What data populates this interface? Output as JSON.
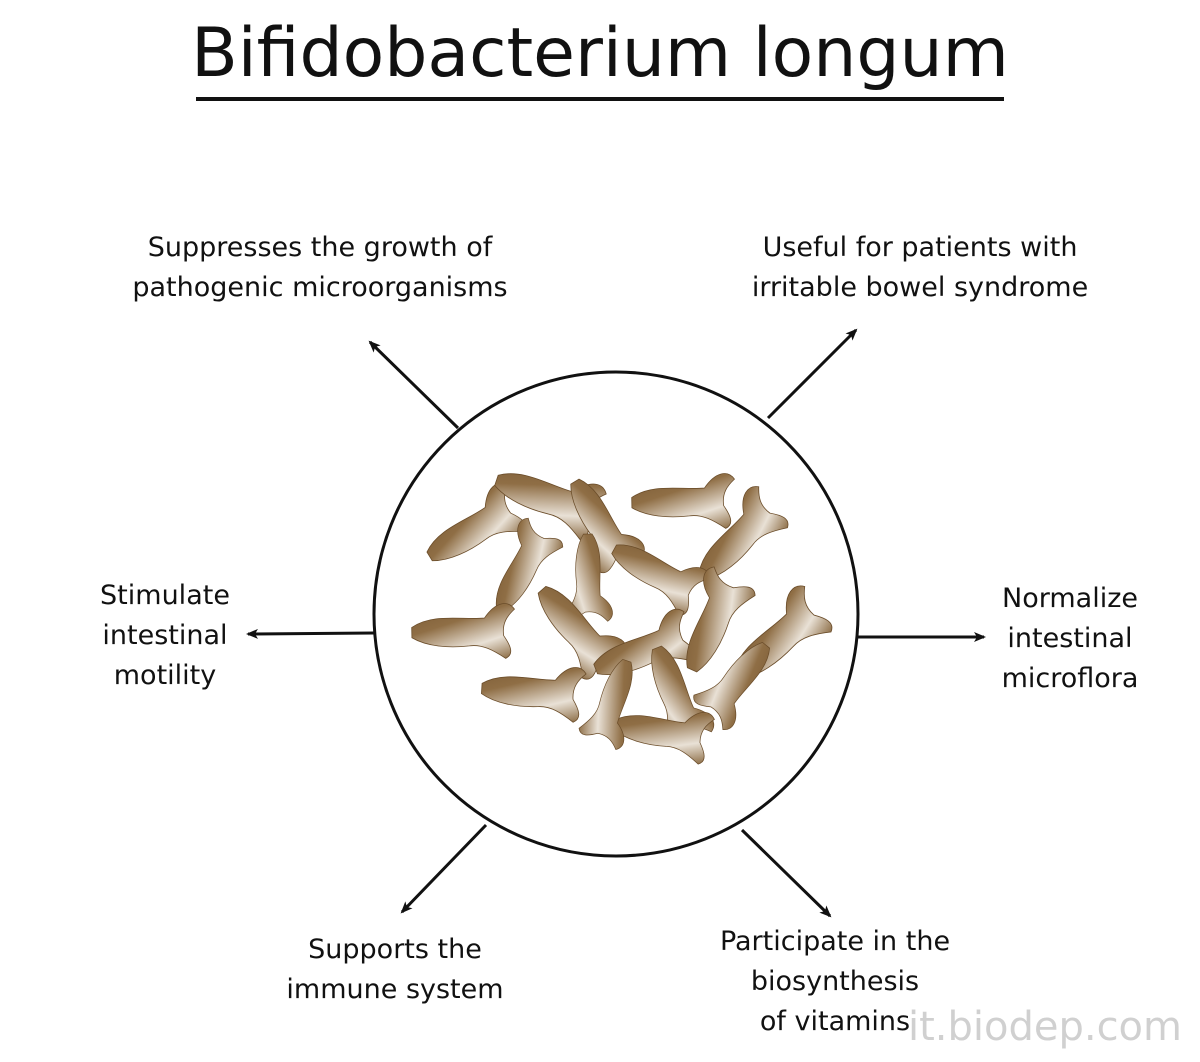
{
  "title": "Bifidobacterium longum",
  "effects": {
    "top_left": [
      "Suppresses the growth of",
      "pathogenic microorganisms"
    ],
    "top_right": [
      "Useful for patients with",
      "irritable bowel syndrome"
    ],
    "left": [
      "Stimulate",
      "intestinal",
      "motility"
    ],
    "right": [
      "Normalize",
      "intestinal",
      "microflora"
    ],
    "bottom_left": [
      "Supports the",
      "immune system"
    ],
    "bottom_right": [
      "Participate in the",
      "biosynthesis",
      "of vitamins"
    ]
  },
  "watermark": "it.biodep.com",
  "colors": {
    "line": "#111111",
    "bacteria_dark": "#7a5a33",
    "bacteria_light": "#f2ece4"
  }
}
